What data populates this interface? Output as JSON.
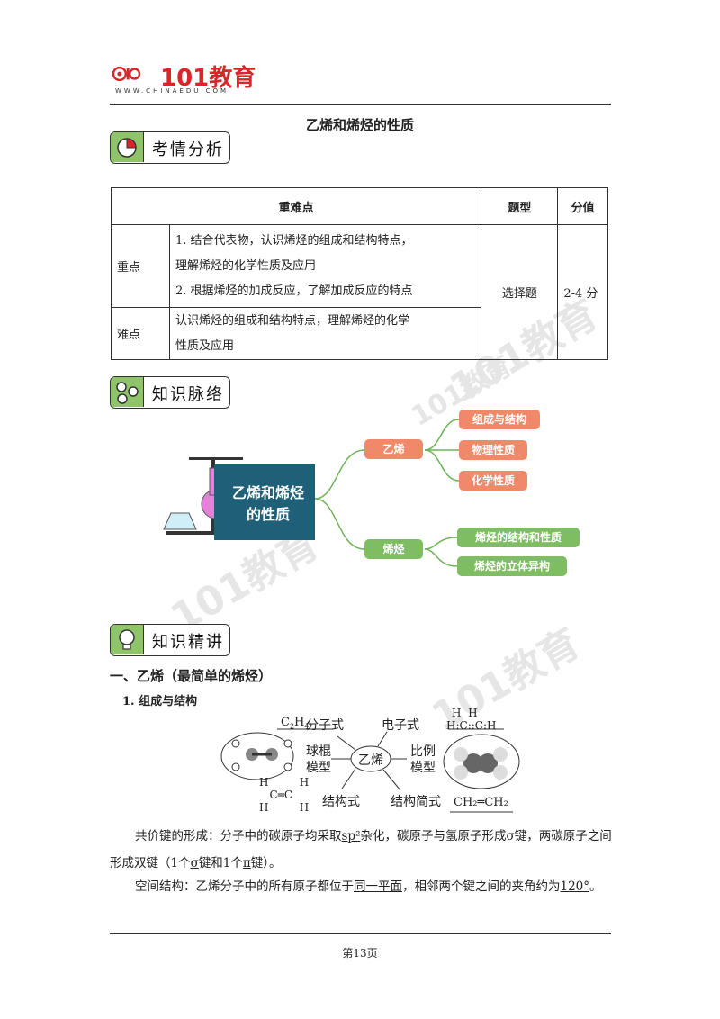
{
  "header": {
    "logo_text": "101教育",
    "logo_url": "WWW.CHINAEDU.COM"
  },
  "doc_title": "乙烯和烯烃的性质",
  "sections": {
    "analysis": "考情分析",
    "knowledge_map": "知识脉络",
    "lecture": "知识精讲"
  },
  "table": {
    "headers": [
      "重难点",
      "题型",
      "分值"
    ],
    "rows": [
      {
        "label": "重点",
        "lines": [
          "1. 结合代表物，认识烯烃的组成和结构特点，",
          "理解烯烃的化学性质及应用",
          "2. 根据烯烃的加成反应，了解加成反应的特点"
        ]
      },
      {
        "label": "难点",
        "lines": [
          "认识烯烃的组成和结构特点，理解烯烃的化学",
          "性质及应用"
        ]
      }
    ],
    "question_type": "选择题",
    "score": "2-4 分"
  },
  "mindmap": {
    "center_title_1": "乙烯和烯烃",
    "center_title_2": "的性质",
    "branch_1": "乙烯",
    "branch_1_children": [
      "组成与结构",
      "物理性质",
      "化学性质"
    ],
    "branch_2": "烯烃",
    "branch_2_children": [
      "烯烃的结构和性质",
      "烯烃的立体异构"
    ]
  },
  "lecture": {
    "heading": "一、乙烯（最简单的烯烃）",
    "subheading": "1. 组成与结构",
    "diagram": {
      "center": "乙烯",
      "molecular_formula_label": "分子式",
      "electronic_formula_label": "电子式",
      "ball_stick_label_1": "球棍",
      "ball_stick_label_2": "模型",
      "space_fill_label_1": "比例",
      "space_fill_label_2": "模型",
      "structural_label": "结构式",
      "simplified_label": "结构简式",
      "simplified_formula": "CH₂═CH₂",
      "electron_formula": "H:C::C:H"
    },
    "para1_a": "共价键的形成：分子中的碳原子均采取",
    "para1_sp": "sp²",
    "para1_b": "杂化，碳原子与氢原子形成σ键，两碳原子",
    "para1_c": "之间形成双键（1个",
    "para1_sigma": "σ",
    "para1_d": "键和1个",
    "para1_pi": "π",
    "para1_e": "键）。",
    "para2_a": "空间结构：乙烯分子中的所有原子都位于",
    "para2_plane": "同一平面",
    "para2_b": "，相邻两个键之间的夹角约为",
    "para2_angle": "120°",
    "para2_c": "。"
  },
  "footer": {
    "page": "第13页"
  },
  "colors": {
    "brand_red": "#d8262b",
    "badge_green": "#8fc46a",
    "node_orange": "#f0896a",
    "node_green": "#7fbd63",
    "line_green": "#6fb45a"
  }
}
